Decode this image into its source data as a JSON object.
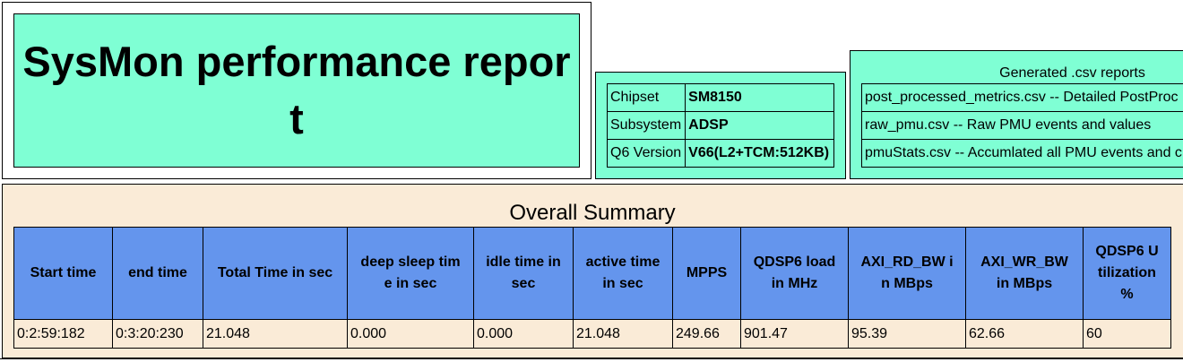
{
  "title": "SysMon performance report",
  "chip_info": [
    {
      "label": "Chipset",
      "value": "SM8150"
    },
    {
      "label": "Subsystem",
      "value": "ADSP"
    },
    {
      "label": "Q6 Version",
      "value": "V66(L2+TCM:512KB)"
    }
  ],
  "csv_reports": {
    "title": "Generated .csv reports",
    "items": [
      "post_processed_metrics.csv -- Detailed PostProc",
      "raw_pmu.csv -- Raw PMU events and values",
      "pmuStats.csv -- Accumlated all PMU events and c"
    ]
  },
  "summary": {
    "title": "Overall Summary",
    "headers": [
      "Start time",
      "end time",
      "Total Time in sec",
      "deep sleep time in sec",
      "idle time in sec",
      "active time in sec",
      "MPPS",
      "QDSP6 load in MHz",
      "AXI_RD_BW in MBps",
      "AXI_WR_BW in MBps",
      "QDSP6 Utilization %"
    ],
    "row": [
      "0:2:59:182",
      "0:3:20:230",
      "21.048",
      "0.000",
      "0.000",
      "21.048",
      "249.66",
      "901.47",
      "95.39",
      "62.66",
      "60"
    ]
  },
  "colors": {
    "mint": "#7fffd4",
    "summary_bg": "#faebd7",
    "header_blue": "#6495ed"
  }
}
